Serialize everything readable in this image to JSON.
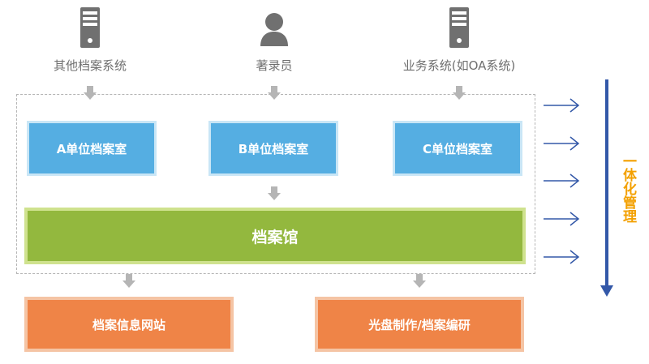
{
  "sources": [
    {
      "label": "其他档案系统",
      "icon": "server-icon"
    },
    {
      "label": "著录员",
      "icon": "user-icon"
    },
    {
      "label": "业务系统(如OA系统)",
      "icon": "server-icon"
    }
  ],
  "units": [
    {
      "label": "A单位档案室"
    },
    {
      "label": "B单位档案室"
    },
    {
      "label": "C单位档案室"
    }
  ],
  "archive": {
    "label": "档案馆"
  },
  "outputs": [
    {
      "label": "档案信息网站"
    },
    {
      "label": "光盘制作/档案编研"
    }
  ],
  "side": {
    "label": "一体化管理"
  },
  "colors": {
    "blue": "#55aee2",
    "green": "#93b83e",
    "orange": "#ef8447",
    "side_text": "#f3a000",
    "axis": "#3358a8",
    "icon": "#707070"
  }
}
